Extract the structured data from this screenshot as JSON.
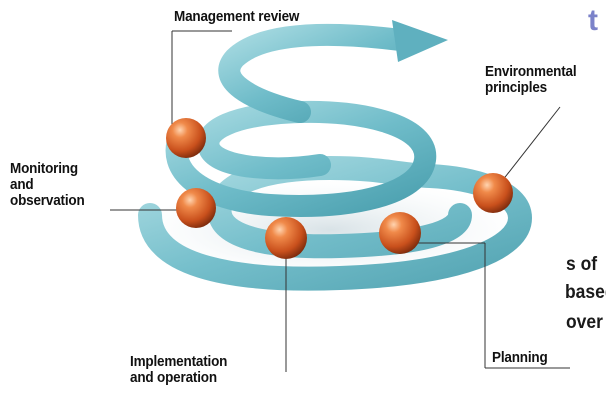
{
  "diagram": {
    "stages": [
      {
        "id": "management-review",
        "label": "Management review"
      },
      {
        "id": "environmental-principles",
        "label": "Environmental principles",
        "lines": [
          "Environmental",
          "principles"
        ]
      },
      {
        "id": "monitoring",
        "label": "Monitoring and observation",
        "lines": [
          "Monitoring",
          "and",
          "observation"
        ]
      },
      {
        "id": "implementation",
        "label": "Implementation and operation",
        "lines": [
          "Implementation",
          "and operation"
        ]
      },
      {
        "id": "planning",
        "label": "Planning"
      }
    ]
  },
  "cropped_text": {
    "heading_fragment": "t",
    "body_lines": [
      "s of",
      "based",
      "over"
    ]
  },
  "colors": {
    "ribbon": "#7cc4cf",
    "ribbon_dark": "#4fa3b2",
    "sphere": "#d9622a",
    "heading": "#7b82c9"
  }
}
